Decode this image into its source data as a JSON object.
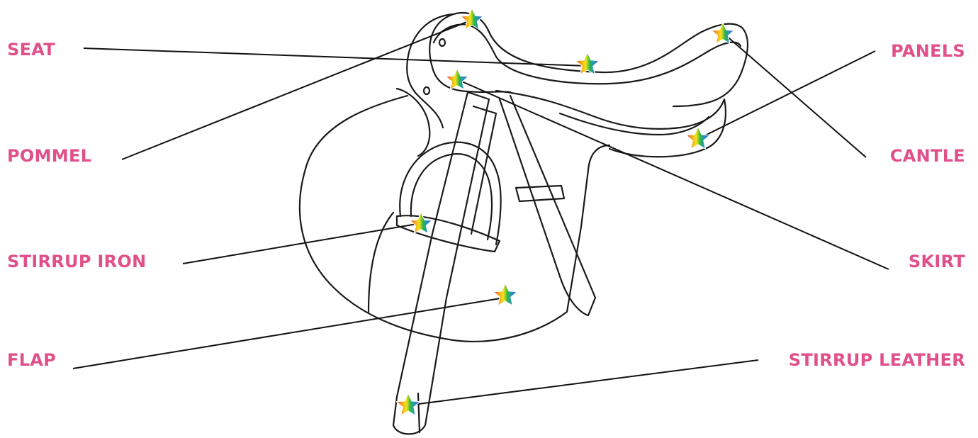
{
  "colors": {
    "label": "#e0508a",
    "line": "#111111",
    "outline": "#1a1a1a",
    "star_gradient": [
      "#e9302f",
      "#f7a21b",
      "#f4e51a",
      "#2fb34a",
      "#1f8fd6",
      "#7b3fb5"
    ]
  },
  "labels": {
    "seat": "SEAT",
    "pommel": "POMMEL",
    "stirrup_iron": "STIRRUP IRON",
    "flap": "FLAP",
    "panels": "PANELS",
    "cantle": "CANTLE",
    "skirt": "SKIRT",
    "stirrup_leather": "STIRRUP LEATHER"
  },
  "icons": {
    "marker": "rainbow-star-icon",
    "subject": "saddle-illustration"
  }
}
